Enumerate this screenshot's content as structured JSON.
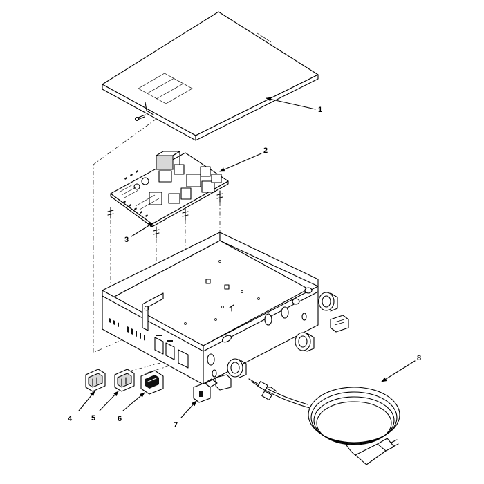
{
  "callouts": [
    {
      "id": "cover",
      "label": "1"
    },
    {
      "id": "circuit-board",
      "label": "2"
    },
    {
      "id": "standoff",
      "label": "3"
    },
    {
      "id": "rocker-switch-a",
      "label": "4"
    },
    {
      "id": "rocker-switch-b",
      "label": "5"
    },
    {
      "id": "rocker-switch-c",
      "label": "6"
    },
    {
      "id": "fuse-holder",
      "label": "7"
    },
    {
      "id": "power-cord",
      "label": "8"
    }
  ]
}
